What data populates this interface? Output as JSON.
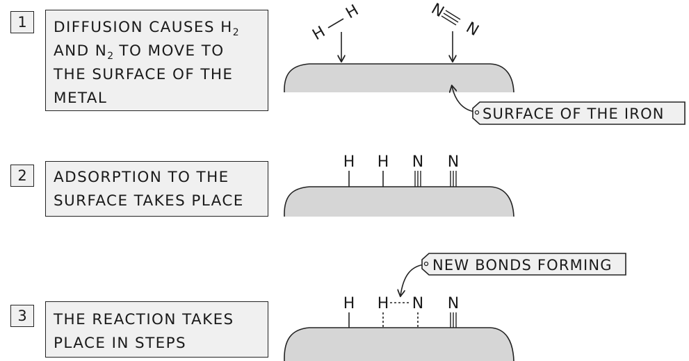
{
  "steps": [
    {
      "number": "1",
      "lines": [
        "DIFFUSION CAUSES H",
        "AND N",
        " TO MOVE TO",
        "THE SURFACE OF THE",
        "METAL"
      ],
      "subscript": "2"
    },
    {
      "number": "2",
      "lines": [
        "ADSORPTION TO THE",
        "SURFACE TAKES PLACE"
      ]
    },
    {
      "number": "3",
      "lines": [
        "THE REACTION TAKES",
        "PLACE IN STEPS"
      ]
    }
  ],
  "labels": {
    "surface_of_iron": "SURFACE OF THE IRON",
    "new_bonds_forming": "NEW BONDS FORMING"
  },
  "atoms": {
    "hydrogen": "H",
    "nitrogen": "N"
  },
  "colors": {
    "surface_fill": "#d6d6d6",
    "box_fill": "#f0f0f0",
    "stroke": "#222222"
  }
}
